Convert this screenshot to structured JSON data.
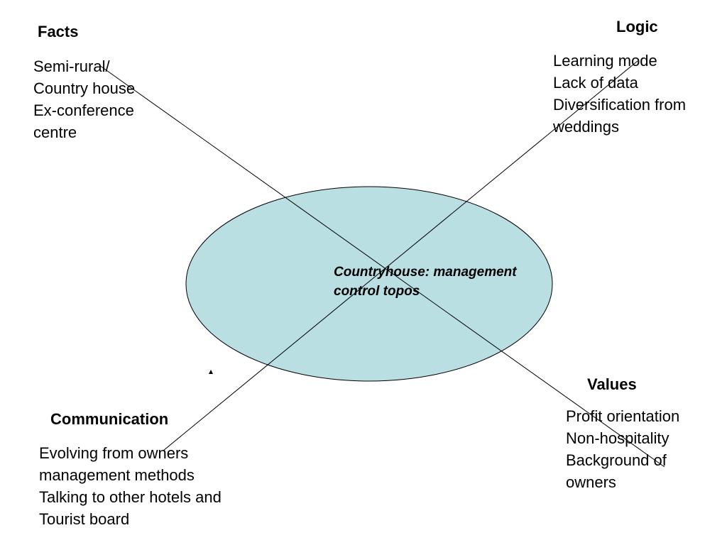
{
  "colors": {
    "ellipse_fill": "#b9dfe3",
    "stroke": "#000000"
  },
  "center": {
    "label_line1": "Countryhouse: management",
    "label_line2": "control topos"
  },
  "facts": {
    "heading": "Facts",
    "lines": [
      "Semi-rural/",
      "Country house",
      "Ex-conference",
      "centre"
    ]
  },
  "logic": {
    "heading": "Logic",
    "lines": [
      "Learning mode",
      "Lack of data",
      "Diversification from",
      "weddings"
    ]
  },
  "values": {
    "heading": "Values",
    "lines": [
      "Profit orientation",
      "Non-hospitality",
      "Background of",
      "owners"
    ]
  },
  "communication": {
    "heading": "Communication",
    "lines": [
      "Evolving from owners",
      "management methods",
      "Talking to other hotels and",
      "Tourist board"
    ]
  }
}
